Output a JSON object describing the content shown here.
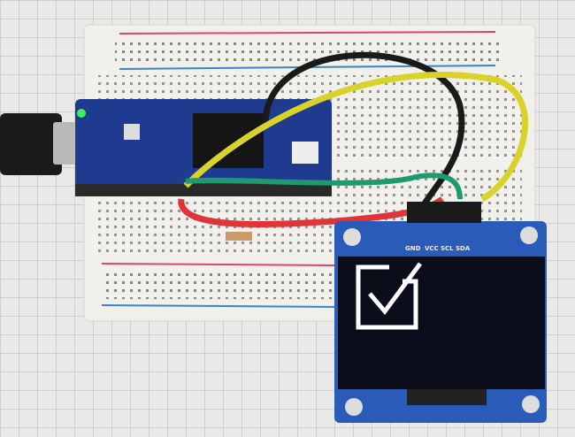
{
  "scene": "photo",
  "oled": {
    "pin_labels": [
      "GND",
      "VCC",
      "SCL",
      "SDA"
    ],
    "screen_icon": "checkbox-checked-icon"
  },
  "colors": {
    "paper": "#e9e9e7",
    "grid": "#bdbdbd",
    "breadboard": "#f2f0ea",
    "rail_red": "#d9476a",
    "rail_blue": "#3a86c8",
    "pcb_blue": "#1f3b8f",
    "oled_screen": "#0b0d1a",
    "wire_black": "#1a1a1a",
    "wire_yellow": "#d8d22a",
    "wire_red": "#e0343a",
    "wire_green": "#1f9a6e"
  }
}
